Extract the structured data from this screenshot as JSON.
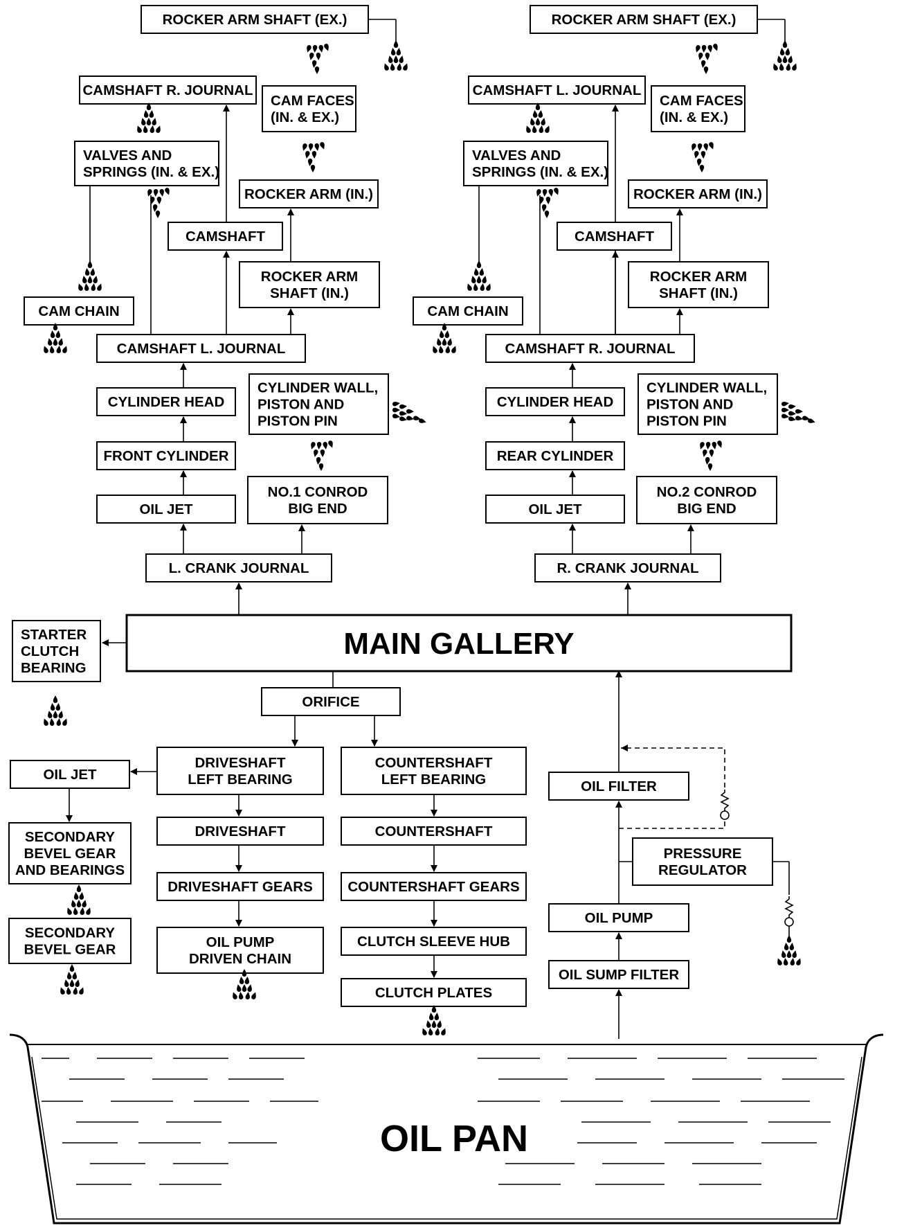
{
  "boxes": {
    "l_rocker_ex": "ROCKER ARM SHAFT (EX.)",
    "l_cam_r_journal": "CAMSHAFT R. JOURNAL",
    "l_cam_faces": [
      "CAM FACES",
      "(IN. & EX.)"
    ],
    "l_valves": [
      "VALVES AND",
      "SPRINGS (IN. & EX.)"
    ],
    "l_rocker_in": "ROCKER ARM (IN.)",
    "l_camshaft": "CAMSHAFT",
    "l_rocker_shaft_in": [
      "ROCKER ARM",
      "SHAFT (IN.)"
    ],
    "l_cam_chain": "CAM CHAIN",
    "l_cam_l_journal": "CAMSHAFT L. JOURNAL",
    "l_cyl_head": "CYLINDER HEAD",
    "l_cyl_wall": [
      "CYLINDER WALL,",
      "PISTON AND",
      "PISTON PIN"
    ],
    "l_front_cyl": "FRONT CYLINDER",
    "l_oil_jet": "OIL JET",
    "l_conrod": [
      "NO.1 CONROD",
      "BIG END"
    ],
    "l_crank": "L. CRANK JOURNAL",
    "r_rocker_ex": "ROCKER ARM SHAFT (EX.)",
    "r_cam_l_journal": "CAMSHAFT L. JOURNAL",
    "r_cam_faces": [
      "CAM FACES",
      "(IN. & EX.)"
    ],
    "r_valves": [
      "VALVES AND",
      "SPRINGS (IN. & EX.)"
    ],
    "r_rocker_in": "ROCKER ARM (IN.)",
    "r_camshaft": "CAMSHAFT",
    "r_rocker_shaft_in": [
      "ROCKER ARM",
      "SHAFT (IN.)"
    ],
    "r_cam_chain": "CAM CHAIN",
    "r_cam_r_journal": "CAMSHAFT R. JOURNAL",
    "r_cyl_head": "CYLINDER HEAD",
    "r_cyl_wall": [
      "CYLINDER WALL,",
      "PISTON AND",
      "PISTON PIN"
    ],
    "r_rear_cyl": "REAR CYLINDER",
    "r_oil_jet": "OIL JET",
    "r_conrod": [
      "NO.2 CONROD",
      "BIG END"
    ],
    "r_crank": "R. CRANK JOURNAL",
    "main_gallery": "MAIN GALLERY",
    "starter_clutch": [
      "STARTER",
      "CLUTCH",
      "BEARING"
    ],
    "orifice": "ORIFICE",
    "oil_jet_low": "OIL JET",
    "drive_left_bearing": [
      "DRIVESHAFT",
      "LEFT BEARING"
    ],
    "counter_left_bearing": [
      "COUNTERSHAFT",
      "LEFT BEARING"
    ],
    "oil_filter": "OIL FILTER",
    "sec_bevel_bearings": [
      "SECONDARY",
      "BEVEL GEAR",
      "AND BEARINGS"
    ],
    "driveshaft": "DRIVESHAFT",
    "countershaft": "COUNTERSHAFT",
    "pressure_regulator": [
      "PRESSURE",
      "REGULATOR"
    ],
    "driveshaft_gears": "DRIVESHAFT GEARS",
    "countershaft_gears": "COUNTERSHAFT GEARS",
    "oil_pump": "OIL PUMP",
    "sec_bevel_gear": [
      "SECONDARY",
      "BEVEL GEAR"
    ],
    "oil_pump_chain": [
      "OIL PUMP",
      "DRIVEN CHAIN"
    ],
    "clutch_sleeve_hub": "CLUTCH SLEEVE HUB",
    "oil_sump_filter": "OIL SUMP FILTER",
    "clutch_plates": "CLUTCH PLATES",
    "oil_pan": "OIL PAN"
  }
}
